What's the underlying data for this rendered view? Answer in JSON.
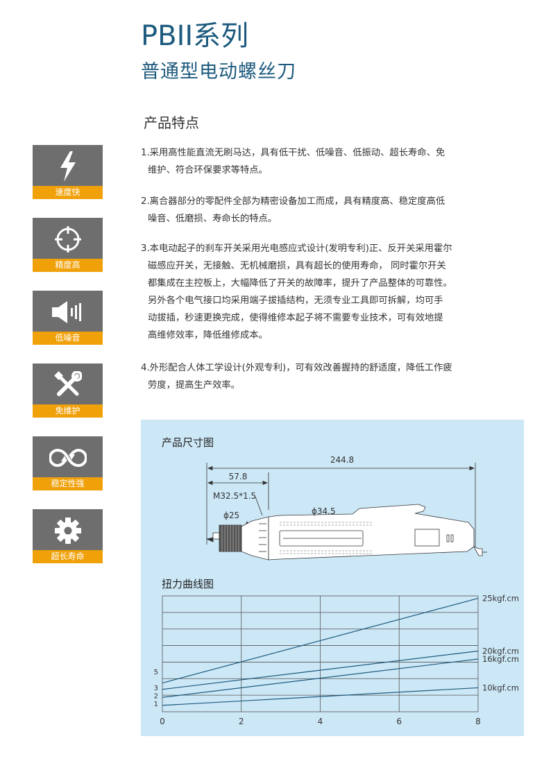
{
  "header": {
    "title": "PBII系列",
    "subtitle": "普通型电动螺丝刀"
  },
  "section_title": "产品特点",
  "features": [
    {
      "icon": "lightning-icon",
      "label": "速度快"
    },
    {
      "icon": "crosshair-icon",
      "label": "精度高"
    },
    {
      "icon": "speaker-icon",
      "label": "低噪音"
    },
    {
      "icon": "tools-icon",
      "label": "免维护"
    },
    {
      "icon": "cycle-icon",
      "label": "稳定性强"
    },
    {
      "icon": "gear-icon",
      "label": "超长寿命"
    }
  ],
  "points": [
    {
      "lines": [
        "1.采用高性能直流无刷马达，具有低干扰、低噪音、低振动、超长寿命、免",
        "维护、符合环保要求等特点。"
      ]
    },
    {
      "lines": [
        "2.离合器部分的零配件全部为精密设备加工而成，具有精度高、稳定度高低",
        "噪音、低磨损、寿命长的特点。"
      ]
    },
    {
      "lines": [
        "3.本电动起子的刹车开关采用光电感应式设计(发明专利)正、反开关采用霍尔",
        "磁感应开关，无接触、无机械磨损，具有超长的使用寿命，  同时霍尔开关",
        "都集成在主控板上，大幅降低了开关的故障率，提升了产品整体的可靠性。",
        "另外各个电气接口均采用端子拔插结构，无须专业工具即可拆解，均可手",
        "动拔插，秒速更换完成，使得维修本起子将不需要专业技术，可有效地提",
        "高维修效率，降低维修成本。"
      ]
    },
    {
      "lines": [
        "4.外形配合人体工学设计(外观专利)，可有效改善握持的舒适度，降低工作疲",
        "劳度，提高生产效率。"
      ]
    }
  ],
  "dimension": {
    "title": "产品尺寸图",
    "total_length": "244.8",
    "front_length": "57.8",
    "thread": "M32.5*1.5",
    "front_dia": "ϕ25",
    "body_dia": "ϕ34.5"
  },
  "torque": {
    "title": "扭力曲线图"
  },
  "chart_data": {
    "type": "line",
    "title": "扭力曲线图",
    "x": [
      0,
      8
    ],
    "xticks": [
      0,
      2,
      4,
      6,
      8
    ],
    "yticks": [
      1,
      2,
      3,
      5
    ],
    "xlim": [
      0,
      8
    ],
    "ylim": [
      0,
      14.5
    ],
    "grid": true,
    "series": [
      {
        "name": "25kgf.cm",
        "values": [
          3.6,
          14.2
        ]
      },
      {
        "name": "20kgf.cm",
        "values": [
          2.8,
          7.6
        ]
      },
      {
        "name": "16kgf.cm",
        "values": [
          1.8,
          6.6
        ]
      },
      {
        "name": "10kgf.cm",
        "values": [
          0.8,
          3.0
        ]
      }
    ],
    "line_color": "#1d5a7e"
  }
}
